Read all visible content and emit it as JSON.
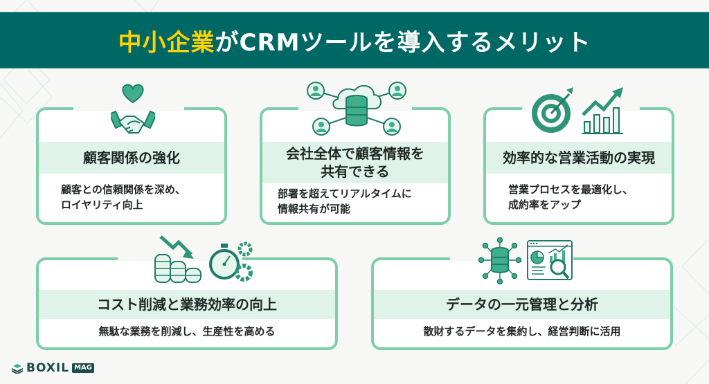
{
  "header": {
    "title_highlight": "中小企業",
    "title_rest": "がCRMツールを導入するメリット",
    "bg_color": "#006864",
    "highlight_color": "#ffd200"
  },
  "cards": [
    {
      "icon": "handshake-heart-icon",
      "title": "顧客関係の強化",
      "desc_line1": "顧客との信頼関係を深め、",
      "desc_line2": "ロイヤリティ向上"
    },
    {
      "icon": "cloud-database-network-icon",
      "title_line1": "会社全体で顧客情報を",
      "title_line2": "共有できる",
      "desc_line1": "部署を超えてリアルタイムに",
      "desc_line2": "情報共有が可能"
    },
    {
      "icon": "target-growth-chart-icon",
      "title": "効率的な営業活動の実現",
      "desc_line1": "営業プロセスを最適化し、",
      "desc_line2": "成約率をアップ"
    },
    {
      "icon": "cost-down-stopwatch-gears-icon",
      "title": "コスト削減と業務効率の向上",
      "desc_line1": "無駄な業務を削減し、生産性を高める"
    },
    {
      "icon": "database-analytics-icon",
      "title": "データの一元管理と分析",
      "desc_line1": "散財するデータを集約し、経営判断に活用"
    }
  ],
  "colors": {
    "card_border": "#7dcfa8",
    "band": "#dff3e8",
    "icon_dark": "#1f7a66",
    "icon_mid": "#3fae8c"
  },
  "logo": {
    "word": "BOXIL",
    "badge": "MAG"
  }
}
